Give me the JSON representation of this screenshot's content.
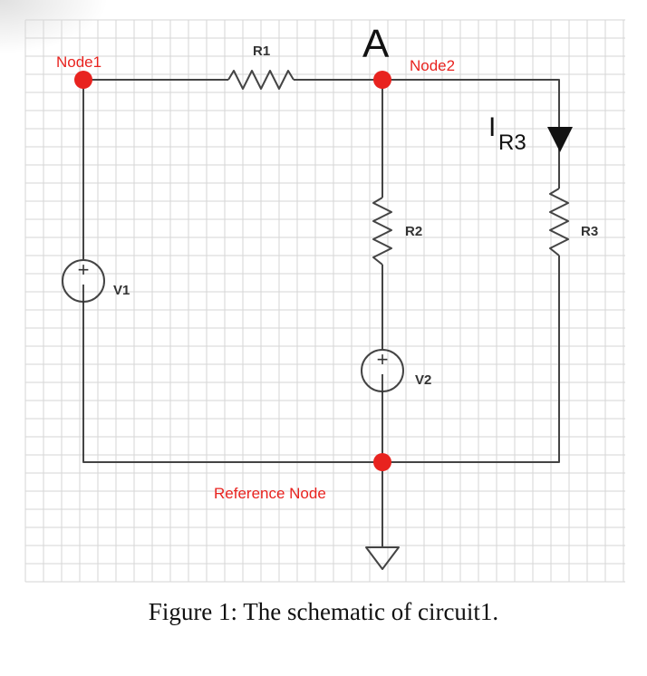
{
  "nodes": {
    "node1": "Node1",
    "node2": "Node2",
    "node_a": "A",
    "reference": "Reference Node"
  },
  "components": {
    "r1": "R1",
    "r2": "R2",
    "r3": "R3",
    "v1": "V1",
    "v2": "V2"
  },
  "current": {
    "symbol": "I",
    "subscript": "R3"
  },
  "source_signs": {
    "plus": "+",
    "minus": "|"
  },
  "caption": "Figure 1:  The schematic of circuit1.",
  "colors": {
    "node_dot": "#e8231f",
    "wire": "#444444",
    "grid": "#d6d6d6",
    "label_red": "#e8231f"
  }
}
